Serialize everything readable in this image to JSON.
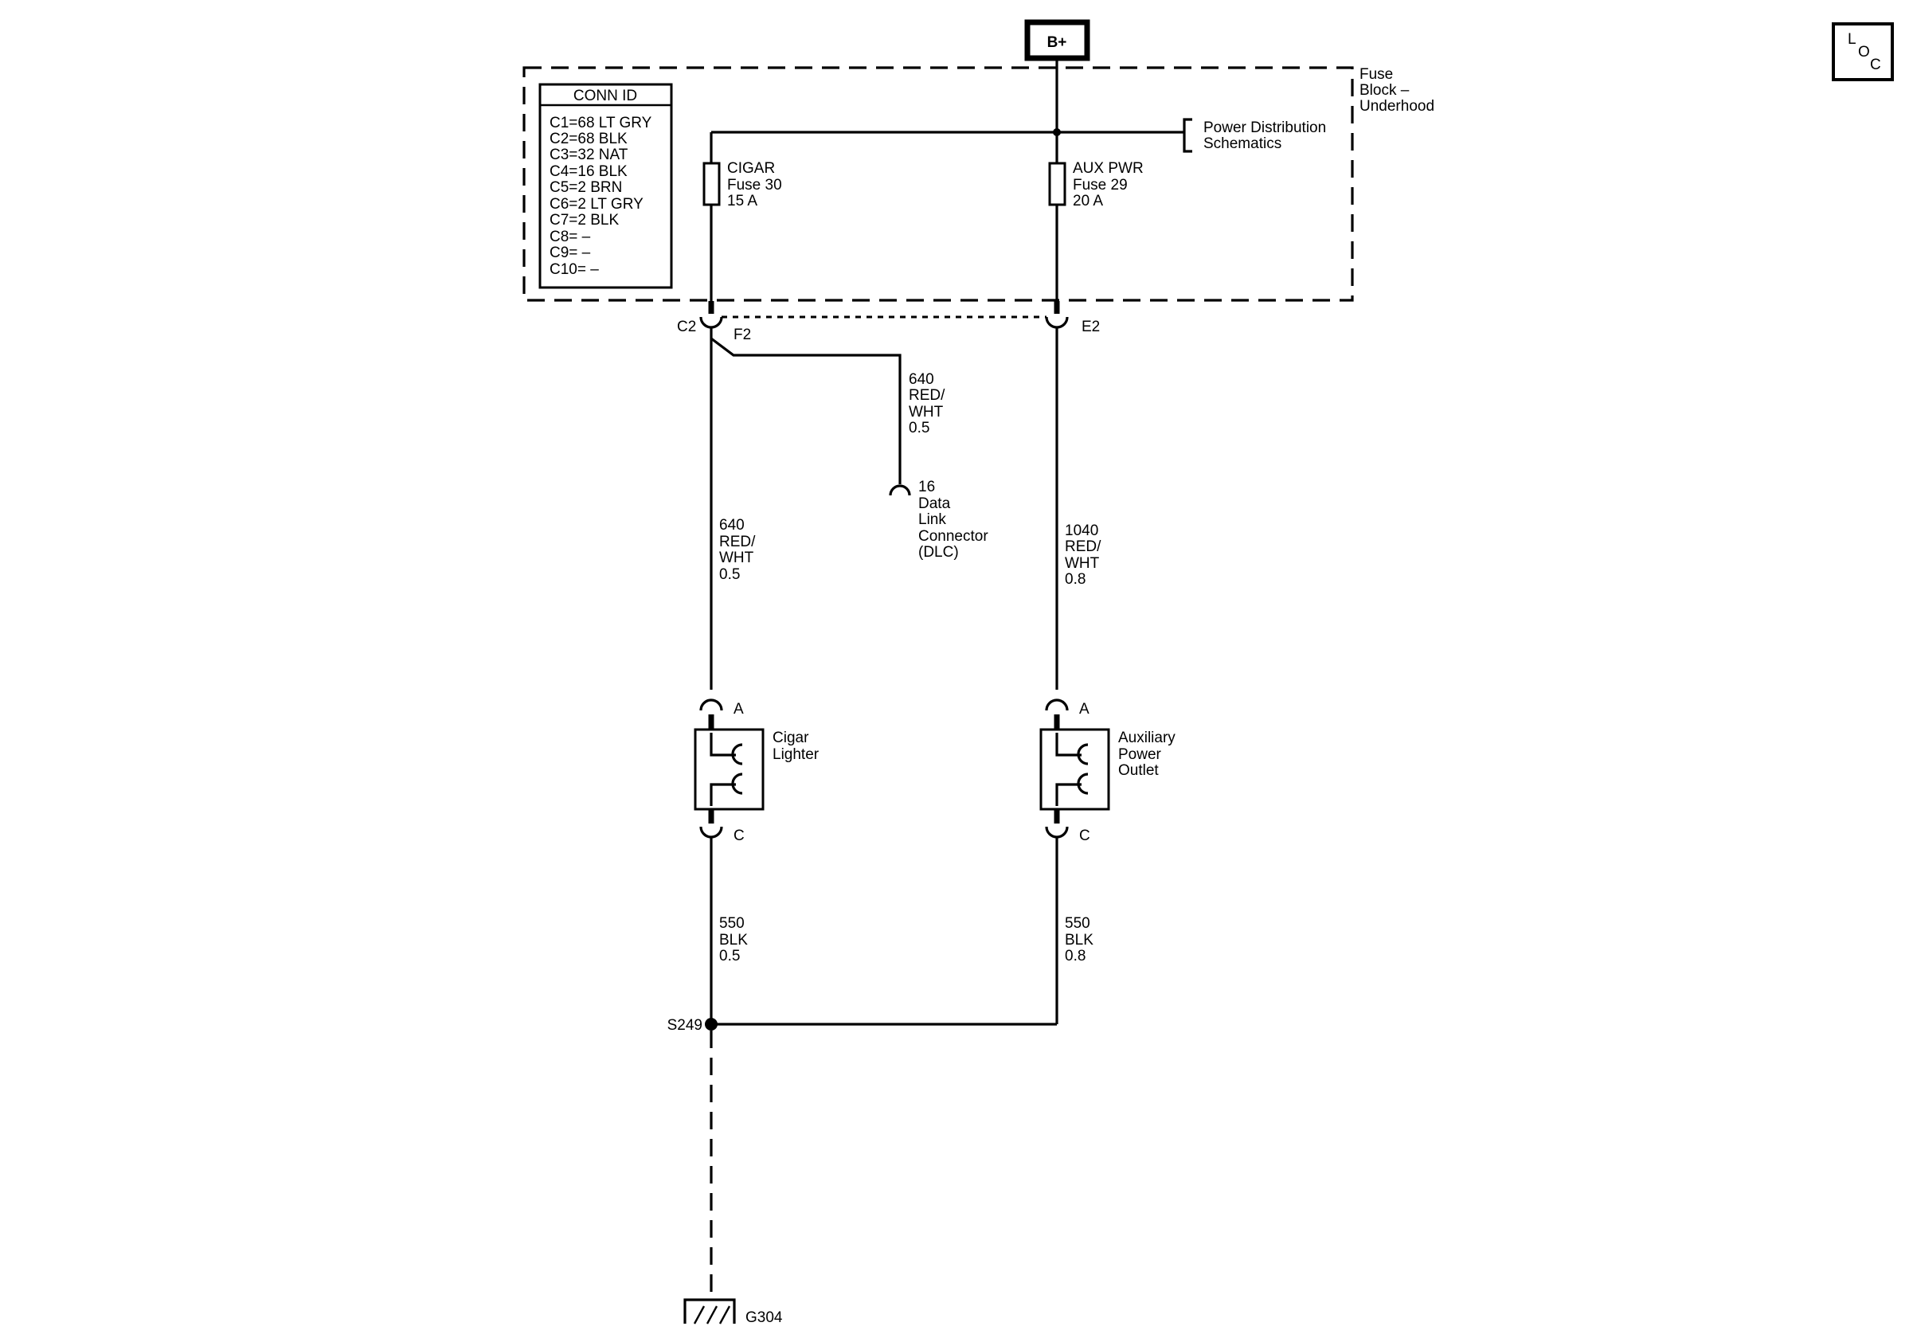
{
  "battery_label": "B+",
  "loc_icon": {
    "l": "L",
    "o": "O",
    "c": "C"
  },
  "fuse_block": {
    "line1": "Fuse",
    "line2": "Block –",
    "line3": "Underhood"
  },
  "conn_id": {
    "title": "CONN ID",
    "rows": [
      "C1=68 LT GRY",
      "C2=68 BLK",
      "C3=32 NAT",
      "C4=16 BLK",
      "C5=2 BRN",
      "C6=2 LT GRY",
      "C7=2 BLK",
      "C8= –",
      "C9= –",
      "C10= –"
    ]
  },
  "power_dist": {
    "line1": "Power Distribution",
    "line2": "Schematics"
  },
  "fuse_cigar": {
    "line1": "CIGAR",
    "line2": "Fuse 30",
    "line3": "15 A"
  },
  "fuse_aux": {
    "line1": "AUX PWR",
    "line2": "Fuse 29",
    "line3": "20 A"
  },
  "connectors": {
    "c2": "C2",
    "f2": "F2",
    "e2": "E2"
  },
  "wire_dlc": {
    "circuit": "640",
    "color1": "RED/",
    "color2": "WHT",
    "gauge": "0.5"
  },
  "dlc": {
    "pin": "16",
    "line1": "Data",
    "line2": "Link",
    "line3": "Connector",
    "line4": "(DLC)"
  },
  "wire_left": {
    "circuit": "640",
    "color1": "RED/",
    "color2": "WHT",
    "gauge": "0.5"
  },
  "wire_right": {
    "circuit": "1040",
    "color1": "RED/",
    "color2": "WHT",
    "gauge": "0.8"
  },
  "cigar_lighter": {
    "pin_top": "A",
    "pin_bottom": "C",
    "line1": "Cigar",
    "line2": "Lighter"
  },
  "aux_outlet": {
    "pin_top": "A",
    "pin_bottom": "C",
    "line1": "Auxiliary",
    "line2": "Power",
    "line3": "Outlet"
  },
  "ground_left": {
    "circuit": "550",
    "color": "BLK",
    "gauge": "0.5"
  },
  "ground_right": {
    "circuit": "550",
    "color": "BLK",
    "gauge": "0.8"
  },
  "splice": "S249",
  "ground": "G304"
}
